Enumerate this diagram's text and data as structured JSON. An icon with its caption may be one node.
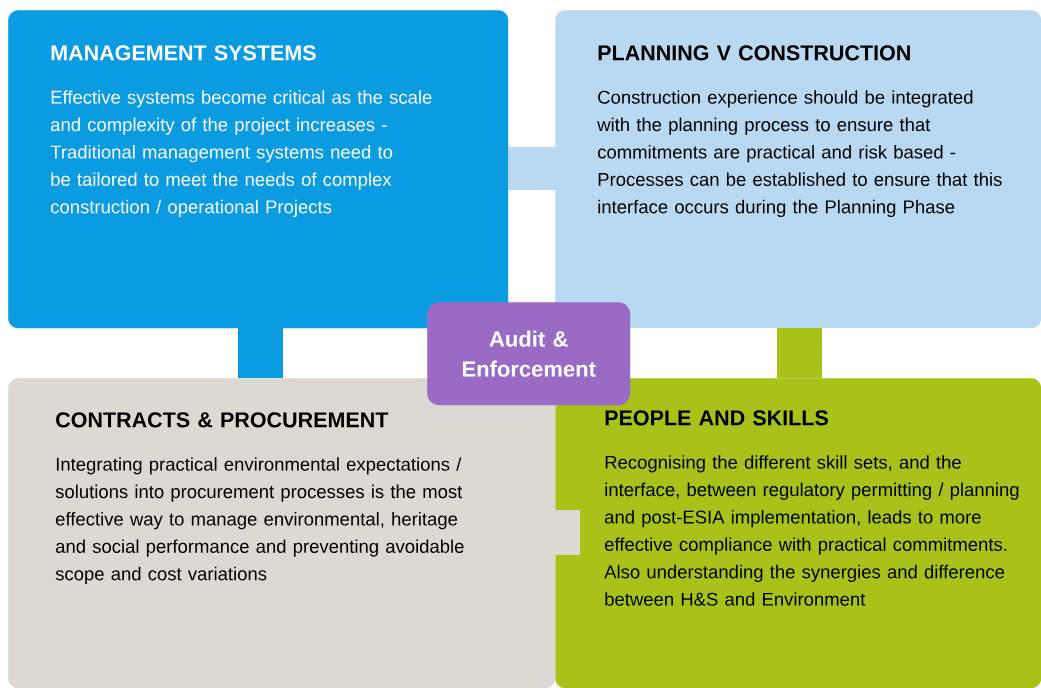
{
  "diagram": {
    "nodes": [
      {
        "text": [
          "MANAGEMENT SYSTEMS",
          "Effective systems become critical as the scale and complexity of the project increases - Traditional management systems need to be tailored to meet the needs of complex construction / operational Projects"
        ]
      },
      {
        "text": [
          "PLANNING V CONSTRUCTION",
          "Construction experience should be integrated with the planning process to ensure that commitments are practical and risk based - Processes can be established to ensure that this interface occurs during the Planning Phase"
        ]
      },
      {
        "text": [
          "CONTRACTS & PROCUREMENT",
          "Integrating practical environmental expectations / solutions into procurement processes is the most effective way to manage environmental, heritage and social performance and preventing avoidable scope and cost variations"
        ]
      },
      {
        "text": [
          "PEOPLE AND SKILLS",
          "Recognising the different skill sets, and the interface, between regulatory permitting / planning and post-ESIA implementation, leads to more effective compliance with practical commitments. Also understanding the synergies and difference between H&S and Environment"
        ]
      },
      {
        "text": [
          "Audit & Enforcement"
        ]
      }
    ]
  }
}
